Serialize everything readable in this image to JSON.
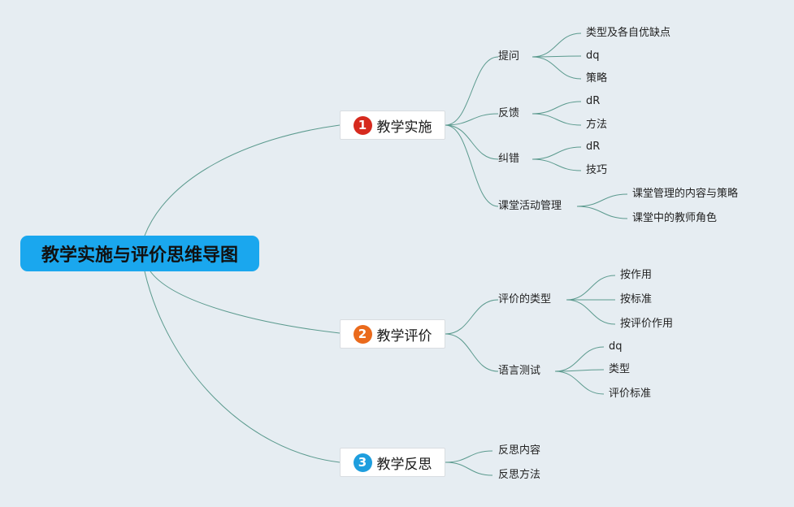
{
  "colors": {
    "background": "#e6edf2",
    "root": "#1aa7ee",
    "connector": "#5b9a8e",
    "badge_1": "#d62a1e",
    "badge_2": "#ea6a1c",
    "badge_3": "#1e9ede"
  },
  "root": {
    "title": "教学实施与评价思维导图"
  },
  "branches": [
    {
      "number": "1",
      "label": "教学实施",
      "children": [
        {
          "label": "提问",
          "children": [
            "类型及各自优缺点",
            "dq",
            "策略"
          ]
        },
        {
          "label": "反馈",
          "children": [
            "dR",
            "方法"
          ]
        },
        {
          "label": "纠错",
          "children": [
            "dR",
            "技巧"
          ]
        },
        {
          "label": "课堂活动管理",
          "children": [
            "课堂管理的内容与策略",
            "课堂中的教师角色"
          ]
        }
      ]
    },
    {
      "number": "2",
      "label": "教学评价",
      "children": [
        {
          "label": "评价的类型",
          "children": [
            "按作用",
            "按标准",
            "按评价作用"
          ]
        },
        {
          "label": "语言测试",
          "children": [
            "dq",
            "类型",
            "评价标准"
          ]
        }
      ]
    },
    {
      "number": "3",
      "label": "教学反思",
      "children": [
        {
          "label": "反思内容",
          "children": []
        },
        {
          "label": "反思方法",
          "children": []
        }
      ]
    }
  ]
}
